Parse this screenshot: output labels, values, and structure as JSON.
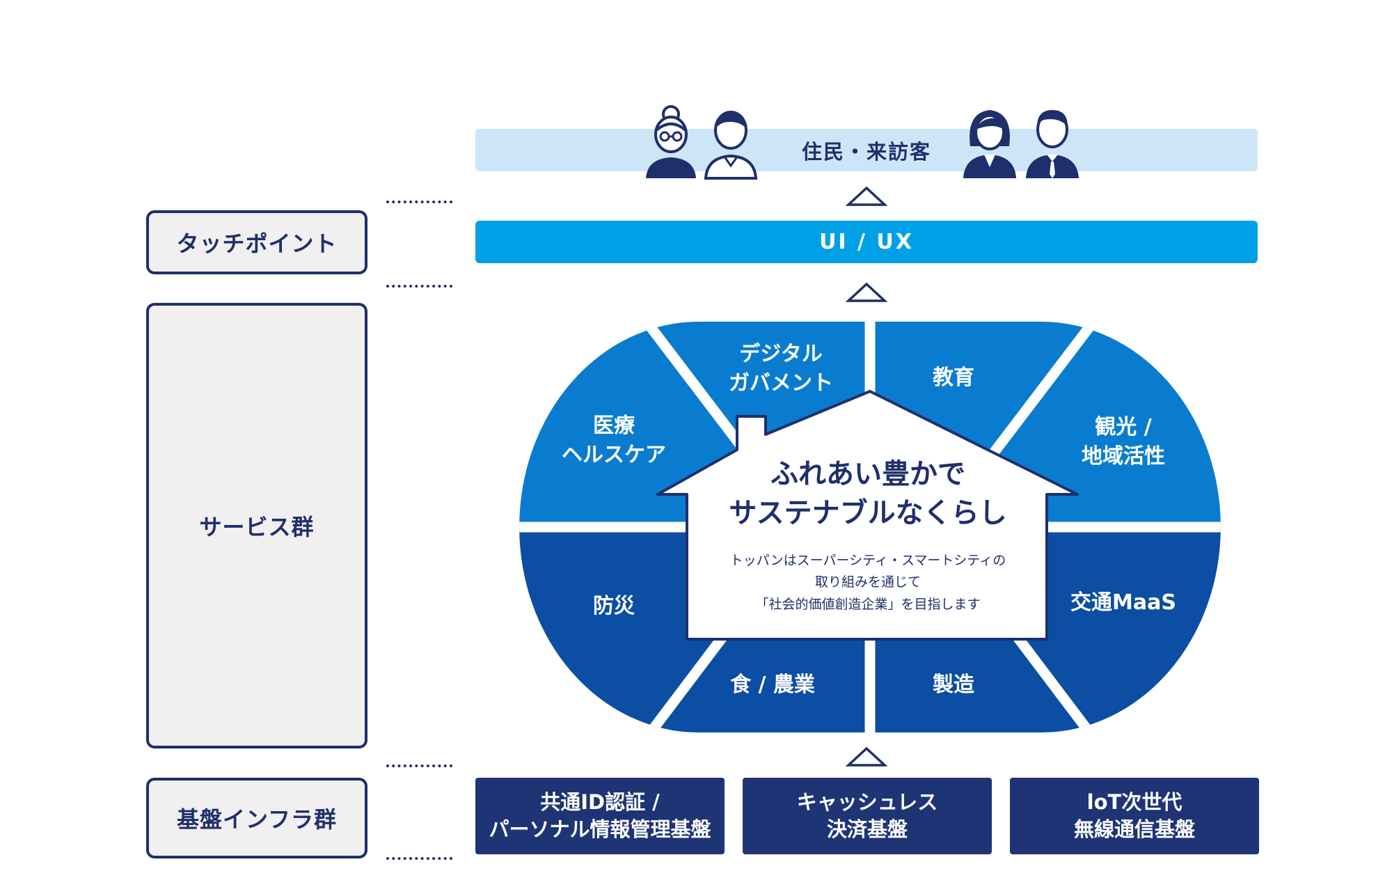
{
  "side_labels": {
    "touchpoint": "タッチポイント",
    "services": "サービス群",
    "infra": "基盤インフラ群"
  },
  "residents_bar": "住民・来訪客",
  "uiux_bar": "UI / UX",
  "services": {
    "digital_gov_1": "デジタル",
    "digital_gov_2": "ガバメント",
    "education": "教育",
    "medical_1": "医療",
    "medical_2": "ヘルスケア",
    "tourism_1": "観光 /",
    "tourism_2": "地域活性",
    "disaster": "防災",
    "transport": "交通MaaS",
    "food": "食 / 農業",
    "manufacturing": "製造"
  },
  "house": {
    "title_1": "ふれあい豊かで",
    "title_2": "サステナブルなくらし",
    "desc_1": "トッパンはスーパーシティ・スマートシティの",
    "desc_2": "取り組みを通じて",
    "desc_3": "「社会的価値創造企業」を目指します"
  },
  "infra": [
    {
      "line1": "共通ID認証 /",
      "line2": "パーソナル情報管理基盤"
    },
    {
      "line1": "キャッシュレス",
      "line2": "決済基盤"
    },
    {
      "line1": "loT次世代",
      "line2": "無線通信基盤"
    }
  ],
  "colors": {
    "navy": "#1e2f6b",
    "light_blue": "#cce6f7",
    "bright_blue": "#00a0e6",
    "mid_blue": "#0a7cd0",
    "dark_blue": "#0b4ea3",
    "infra_blue": "#1e3475"
  },
  "icons": [
    "person-elderly-woman-icon",
    "person-young-man-icon",
    "person-businesswoman-icon",
    "person-businessman-icon",
    "up-triangle-icon"
  ]
}
